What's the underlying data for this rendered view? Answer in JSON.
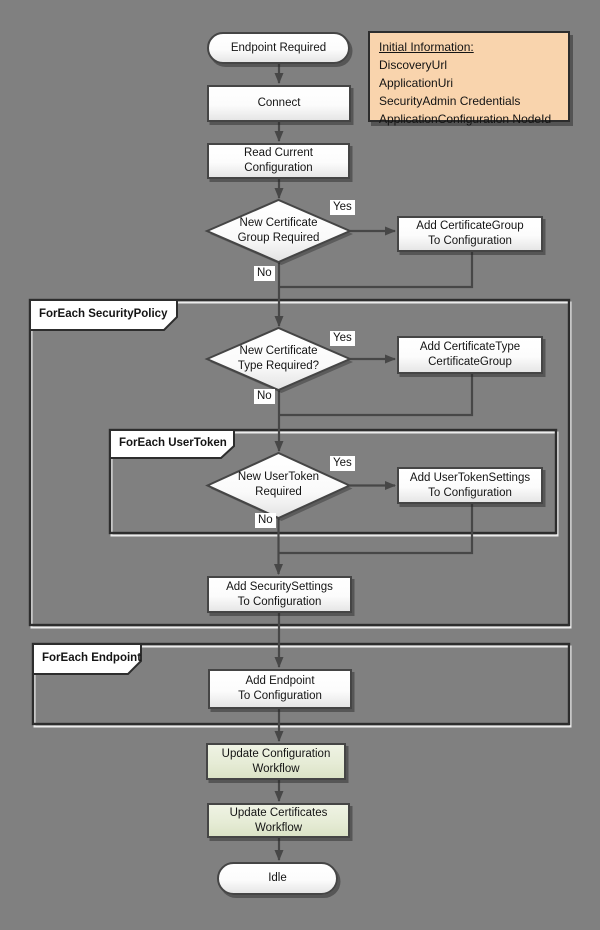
{
  "diagram_title": "OPC UA Endpoint Configuration Workflow",
  "info_box": {
    "title": "Initial Information:",
    "items": [
      "DiscoveryUrl",
      "ApplicationUri",
      "SecurityAdmin Credentials",
      "ApplicationConfiguration NodeId"
    ]
  },
  "nodes": {
    "start": {
      "label": "Endpoint Required"
    },
    "connect": {
      "label": "Connect"
    },
    "read_config": {
      "line1": "Read Current",
      "line2": "Configuration"
    },
    "decision_cert_group": {
      "line1": "New Certificate",
      "line2": "Group Required"
    },
    "add_cert_group": {
      "line1": "Add CertificateGroup",
      "line2": "To Configuration"
    },
    "decision_cert_type": {
      "line1": "New Certificate",
      "line2": "Type Required?"
    },
    "add_cert_type": {
      "line1": "Add CertificateType",
      "line2": "CertificateGroup"
    },
    "decision_user_token": {
      "line1": "New UserToken",
      "line2": "Required"
    },
    "add_user_token": {
      "line1": "Add UserTokenSettings",
      "line2": "To Configuration"
    },
    "add_security": {
      "line1": "Add SecuritySettings",
      "line2": "To Configuration"
    },
    "add_endpoint": {
      "line1": "Add Endpoint",
      "line2": "To Configuration"
    },
    "update_config": {
      "line1": "Update Configuration",
      "line2": "Workflow"
    },
    "update_certs": {
      "line1": "Update Certificates",
      "line2": "Workflow"
    },
    "idle": {
      "label": "Idle"
    }
  },
  "containers": {
    "security_policy": {
      "label": "ForEach SecurityPolicy"
    },
    "user_token": {
      "label": "ForEach UserToken"
    },
    "endpoint": {
      "label": "ForEach Endpoint"
    }
  },
  "branch_labels": {
    "yes": "Yes",
    "no": "No"
  },
  "colors": {
    "background": "#808080",
    "connector": "#474747",
    "node_fill_top": "#ffffff",
    "node_fill_bottom": "#e6e6e6",
    "info_fill": "#f9d4ad",
    "workflow_fill": "#e6ecd6",
    "container_border": "#2d2d2d"
  }
}
